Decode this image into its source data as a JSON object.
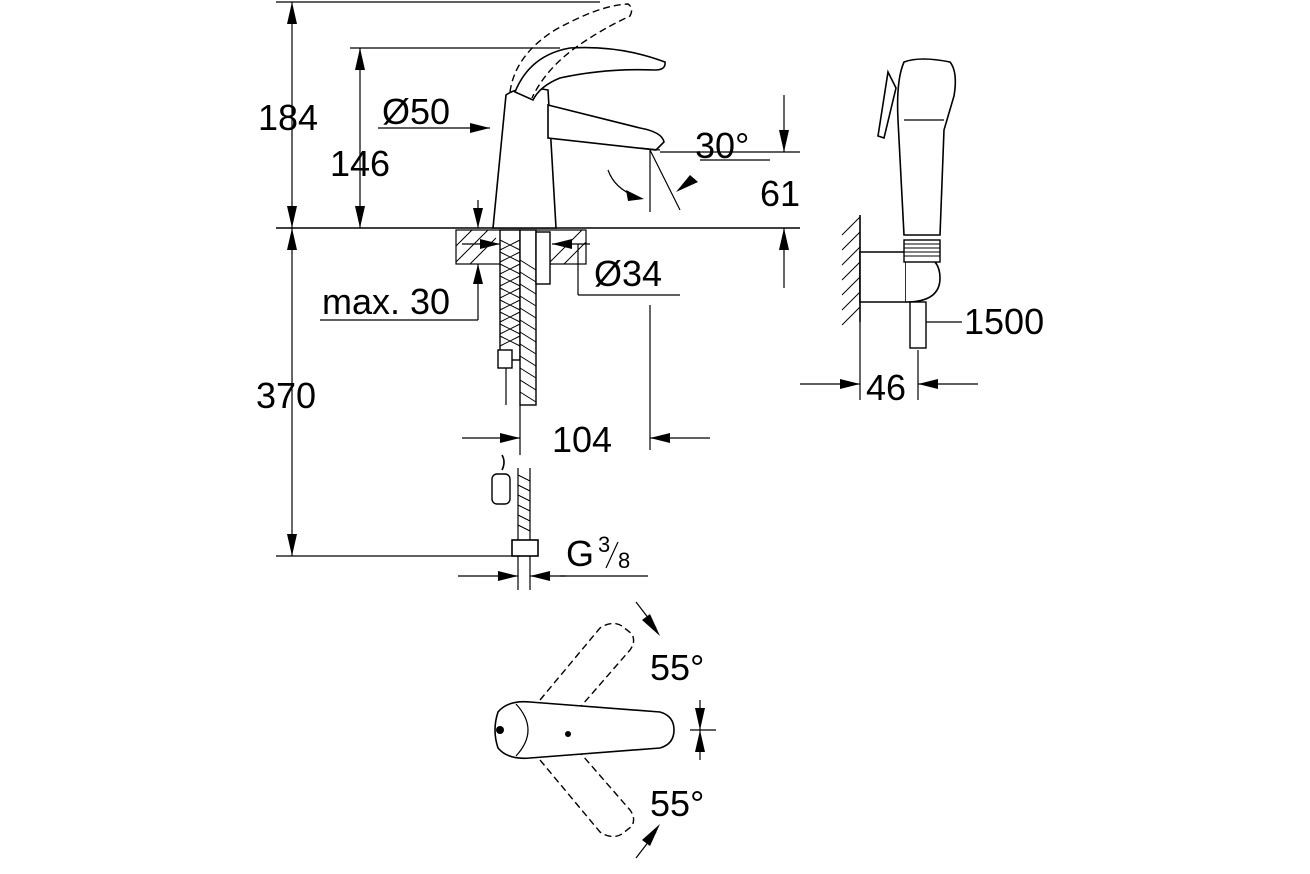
{
  "dimensions": {
    "height_total": "184",
    "spout_height": "146",
    "base_diameter": "Ø50",
    "lever_angle": "30°",
    "spout_drop": "61",
    "hole_diameter": "Ø34",
    "deck_thickness": "max. 30",
    "hose_length_connection": "370",
    "spout_reach": "104",
    "thread": "G",
    "thread_num": "3",
    "thread_den": "8",
    "rotation_left": "55°",
    "rotation_right": "55°",
    "hose_length": "1500",
    "bracket_depth": "46"
  }
}
